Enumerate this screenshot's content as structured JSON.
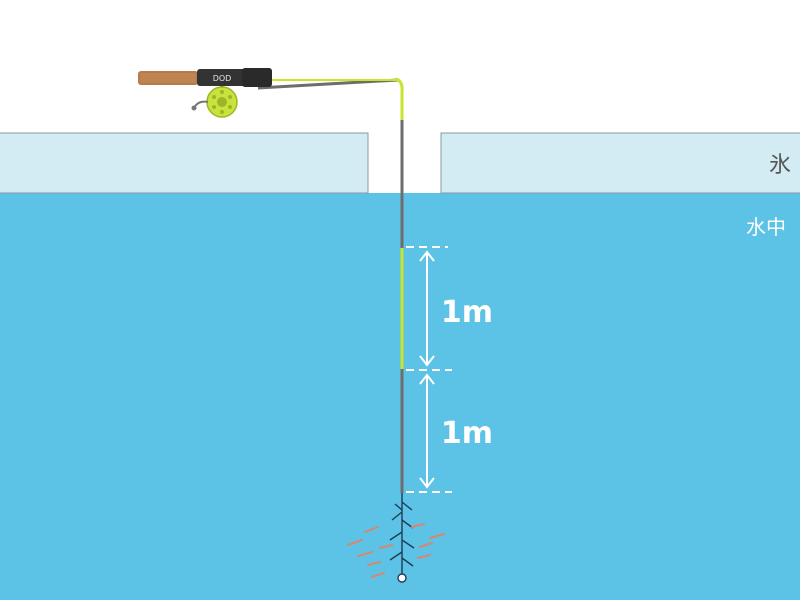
{
  "labels": {
    "ice": "氷",
    "underwater": "水中"
  },
  "measurements": [
    {
      "value": "1m"
    },
    {
      "value": "1m"
    }
  ],
  "rod": {
    "brand_mark": "DOD"
  },
  "colors": {
    "sky": "#ffffff",
    "ice": "#d3ebf3",
    "ice_edge": "#8a9aa2",
    "water": "#5cc3e6",
    "line_gray": "#6d6d6d",
    "line_accent": "#c6e52c",
    "rod_accent": "#c6e52c",
    "cork": "#b77a4a",
    "reel_body": "#c9e33d",
    "measure_mark": "#ffffff",
    "bait_fish": "#d8876f",
    "text_dark": "#555555",
    "text_light": "#ffffff"
  }
}
